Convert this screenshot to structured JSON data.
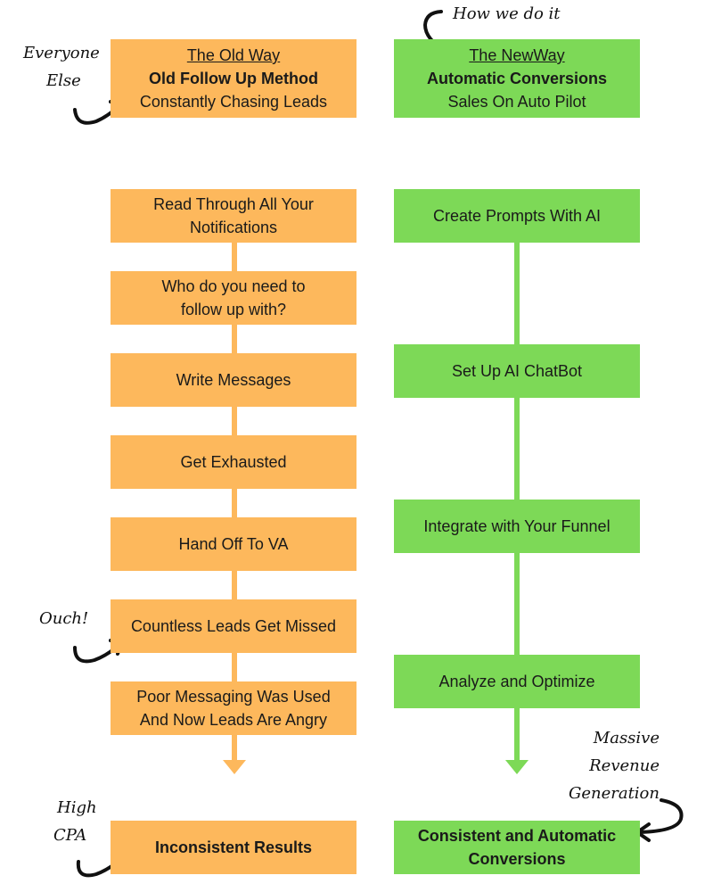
{
  "old_way": {
    "heading": "The Old Way",
    "title": "Old Follow Up Method",
    "subtitle": "Constantly Chasing Leads",
    "steps": [
      "Read Through All Your Notifications",
      "Who do you need to follow up with?",
      "Write Messages",
      "Get Exhausted",
      "Hand Off To VA",
      "Countless Leads Get Missed",
      "Poor Messaging Was Used And Now Leads Are Angry"
    ],
    "result": "Inconsistent Results"
  },
  "new_way": {
    "heading": "The NewWay",
    "title": "Automatic Conversions",
    "subtitle": "Sales On Auto Pilot",
    "steps": [
      "Create Prompts With AI",
      "Set Up AI ChatBot",
      "Integrate with Your Funnel",
      "Analyze and Optimize"
    ],
    "result": "Consistent and Automatic Conversions"
  },
  "annotations": {
    "everyone_else_line1": "Everyone",
    "everyone_else_line2": "Else",
    "how_we_do_it": "How we do it",
    "ouch": "Ouch!",
    "high_cpa_line1": "High",
    "high_cpa_line2": "CPA",
    "massive_line1": "Massive",
    "massive_line2": "Revenue",
    "massive_line3": "Generation"
  },
  "colors": {
    "old": "#fdb85c",
    "new": "#7dd957",
    "ink": "#1a1a1a"
  }
}
